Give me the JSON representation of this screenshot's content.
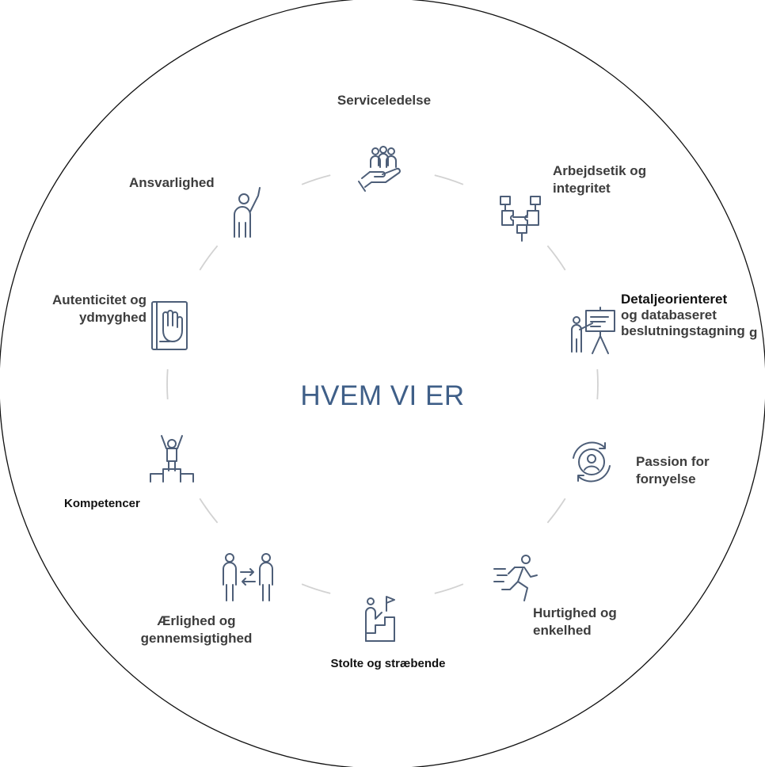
{
  "diagram": {
    "center_title": "HVEM VI ER",
    "colors": {
      "title": "#3f5f88",
      "icon_stroke": "#4d5e78",
      "ring": "#d2d2d2",
      "outline": "#111111"
    },
    "values": [
      {
        "lines": [
          "Serviceledelse"
        ],
        "icon": "helping-hand-people-icon"
      },
      {
        "lines": [
          "Arbejdsetik og",
          "integritet"
        ],
        "icon": "puzzle-hands-icon"
      },
      {
        "lines": [
          "Detaljeorienteret",
          "og databaseret",
          "beslutningstagning"
        ],
        "icon": "presentation-board-icon"
      },
      {
        "lines": [
          "Passion for",
          "fornyelse"
        ],
        "icon": "renewal-cycle-icon"
      },
      {
        "lines": [
          "Hurtighed og",
          "enkelhed"
        ],
        "icon": "running-person-icon"
      },
      {
        "lines": [
          "Stolte og stræbende"
        ],
        "icon": "stairs-flag-icon"
      },
      {
        "lines": [
          "Ærlighed og",
          "gennemsigtighed"
        ],
        "icon": "two-people-exchange-icon"
      },
      {
        "lines": [
          "Kompetencer"
        ],
        "icon": "podium-winner-icon"
      },
      {
        "lines": [
          "Autenticitet og",
          "ydmyghed"
        ],
        "icon": "hand-on-book-icon"
      },
      {
        "lines": [
          "Ansvarlighed"
        ],
        "icon": "raised-hand-person-icon"
      }
    ],
    "stray_glyph": "g"
  }
}
